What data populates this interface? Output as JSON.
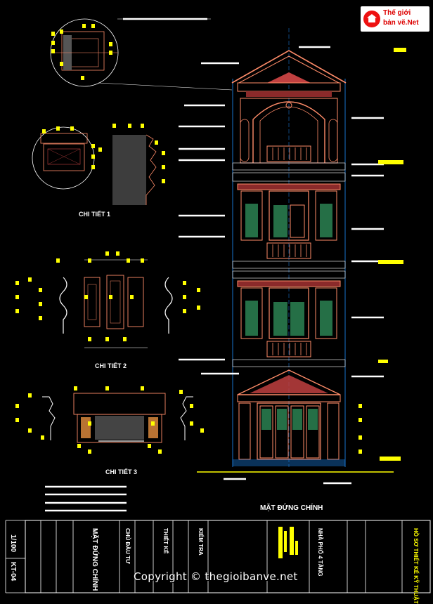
{
  "brand": {
    "logo_line1": "Thế giới",
    "logo_line2": "bản vẽ.Net"
  },
  "labels": {
    "detail1": "CHI TIẾT 1",
    "detail2": "CHI TIẾT 2",
    "detail3": "CHI TIẾT 3",
    "elevation_title": "MẶT ĐỨNG CHÍNH"
  },
  "title_block": {
    "scale": "1/100",
    "sheet_no": "KT-04",
    "drawing_name": "MẶT ĐỨNG CHÍNH",
    "project": "NHÀ PHỐ 4 TẦNG",
    "owner": "CHỦ ĐẦU TƯ",
    "design": "THIẾT KẾ",
    "check": "KIỂM TRA",
    "firm": "HỒ SƠ THIẾT KẾ KỸ THUẬT"
  },
  "copyright": "Copyright © thegioibanve.net",
  "colors": {
    "background": "#000000",
    "dimension": "#ffff00",
    "outline": "#ff8c69",
    "grid": "#1e90ff",
    "glass": "#2e8b57",
    "annotation": "#ffffff",
    "brick": "#c04040"
  }
}
